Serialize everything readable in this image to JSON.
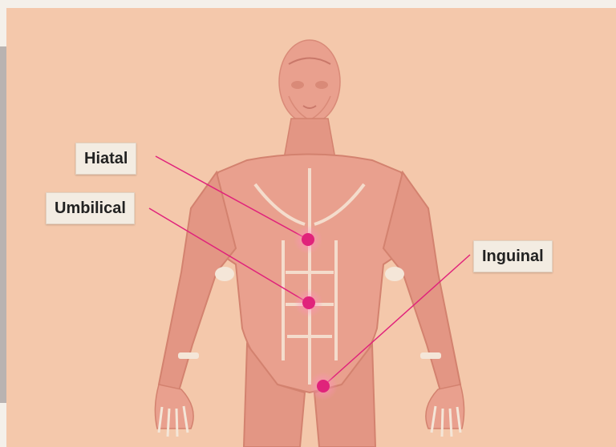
{
  "labels": {
    "hiatal": "Hiatal",
    "umbilical": "Umbilical",
    "inguinal": "Inguinal"
  },
  "colors": {
    "background": "#f4c8ab",
    "muscle": "#e9a08e",
    "marker": "#e0237b",
    "leader_line": "#e0237b"
  }
}
